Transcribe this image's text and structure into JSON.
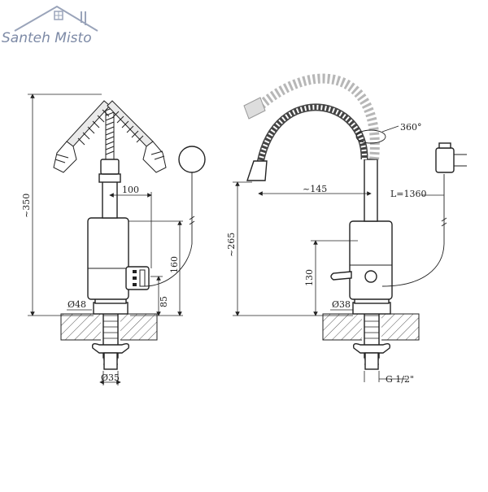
{
  "logo": {
    "brand": "Santeh Misto",
    "icon": "house-roof-icon",
    "color": "#7d8aa6"
  },
  "dimensions": {
    "left_view": {
      "overall_height": "~350",
      "spout_reach": "100",
      "height_160": "160",
      "height_85": "85",
      "base_diameter": "Ø48",
      "thread_diameter": "Ø35"
    },
    "right_view": {
      "rotation": "360°",
      "spout_reach": "~145",
      "cable_length": "L=1360",
      "spout_height": "~265",
      "height_130": "130",
      "base_diameter": "Ø38",
      "thread": "G 1/2\""
    }
  }
}
